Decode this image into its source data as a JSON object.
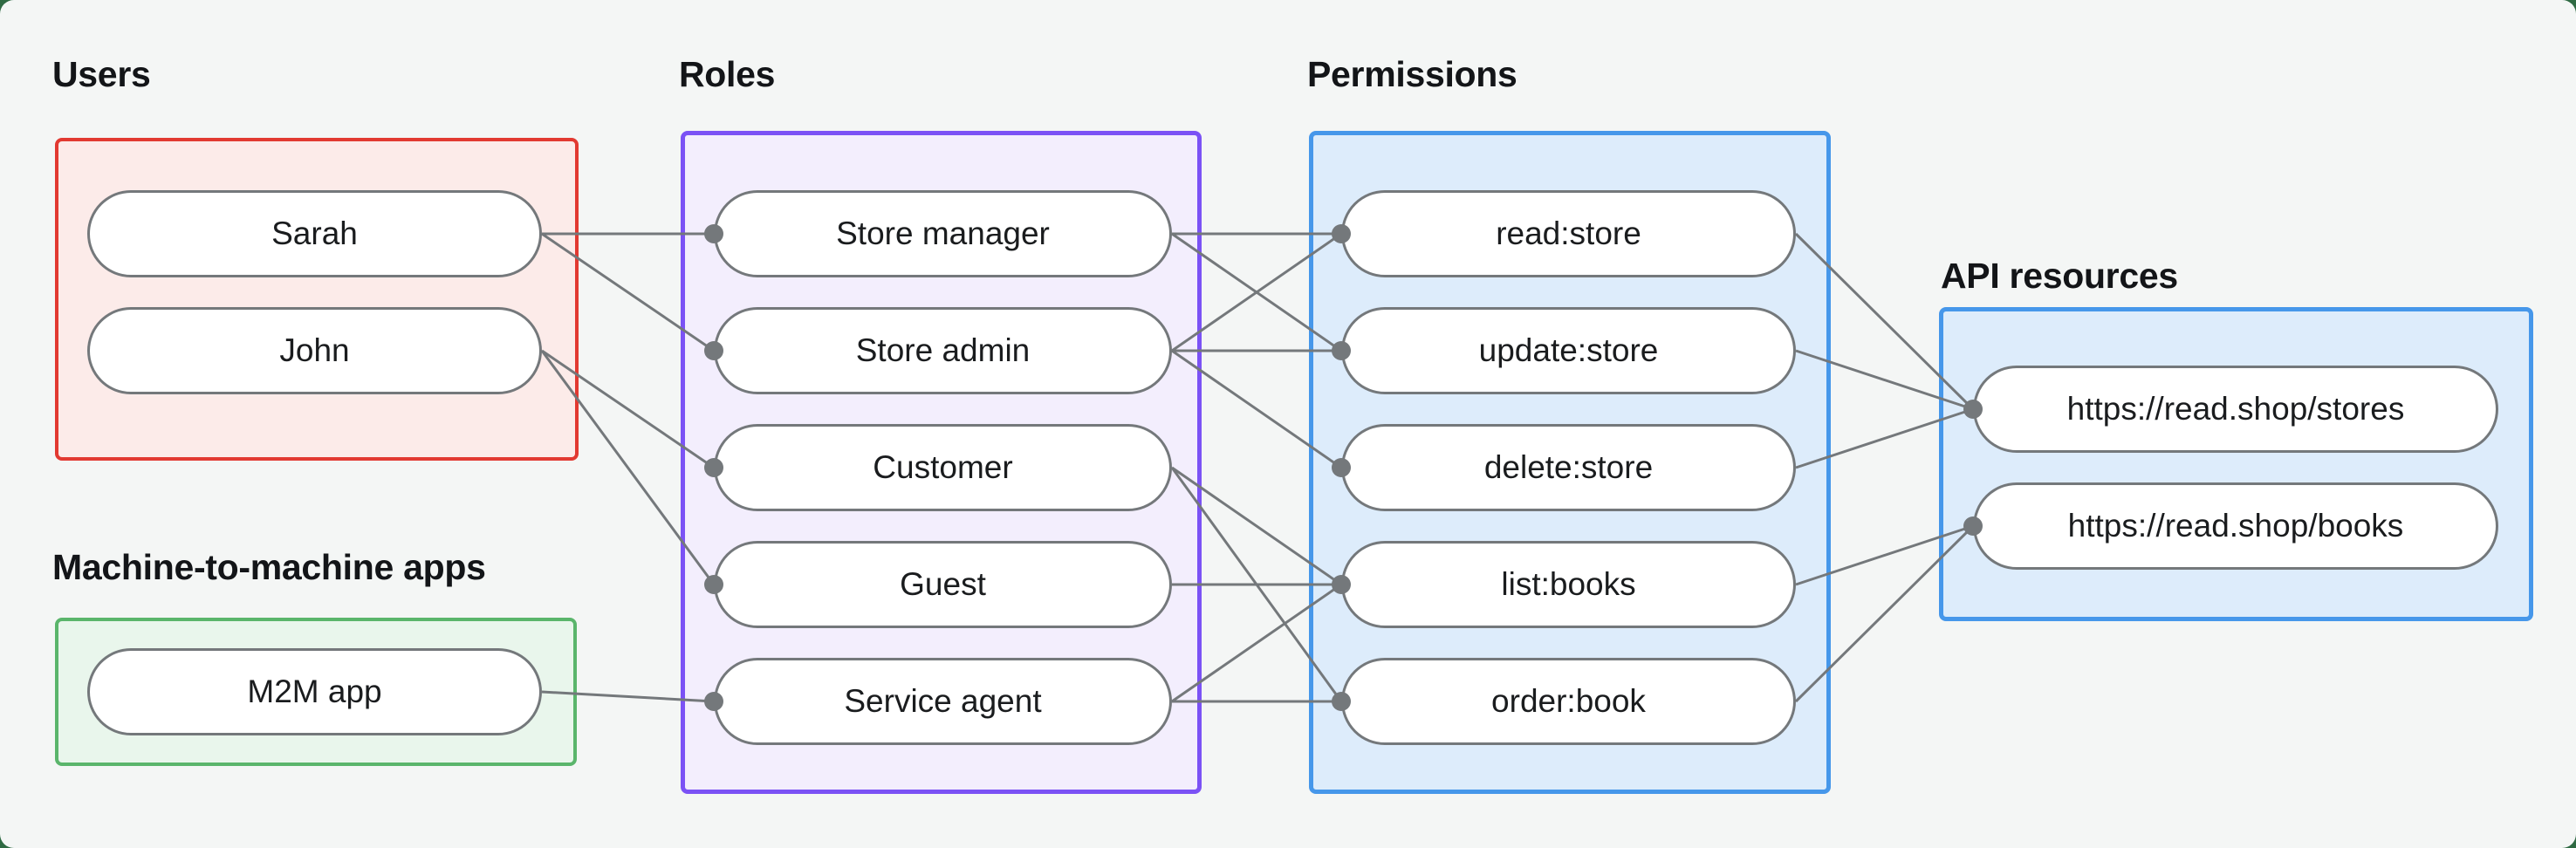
{
  "canvas": {
    "background": "#f4f6f5",
    "backdrop": "#2f6a43"
  },
  "stroke_color": "#74787b",
  "groups": [
    {
      "id": "users",
      "label": "Users",
      "border_color": "#e23931",
      "fill_color": "#fcebe9"
    },
    {
      "id": "m2m",
      "label": "Machine-to-machine apps",
      "border_color": "#5ab56b",
      "fill_color": "#e9f6ec"
    },
    {
      "id": "roles",
      "label": "Roles",
      "border_color": "#7b52f5",
      "fill_color": "#f3eefd"
    },
    {
      "id": "permissions",
      "label": "Permissions",
      "border_color": "#4697ea",
      "fill_color": "#ddecfb"
    },
    {
      "id": "api",
      "label": "API resources",
      "border_color": "#4697ea",
      "fill_color": "#ddecfb"
    }
  ],
  "nodes": [
    {
      "id": "sarah",
      "group": "users",
      "label": "Sarah"
    },
    {
      "id": "john",
      "group": "users",
      "label": "John"
    },
    {
      "id": "m2m-app",
      "group": "m2m",
      "label": "M2M app"
    },
    {
      "id": "store-manager",
      "group": "roles",
      "label": "Store manager"
    },
    {
      "id": "store-admin",
      "group": "roles",
      "label": "Store admin"
    },
    {
      "id": "customer",
      "group": "roles",
      "label": "Customer"
    },
    {
      "id": "guest",
      "group": "roles",
      "label": "Guest"
    },
    {
      "id": "service-agent",
      "group": "roles",
      "label": "Service agent"
    },
    {
      "id": "read-store",
      "group": "permissions",
      "label": "read:store"
    },
    {
      "id": "update-store",
      "group": "permissions",
      "label": "update:store"
    },
    {
      "id": "delete-store",
      "group": "permissions",
      "label": "delete:store"
    },
    {
      "id": "list-books",
      "group": "permissions",
      "label": "list:books"
    },
    {
      "id": "order-book",
      "group": "permissions",
      "label": "order:book"
    },
    {
      "id": "res-stores",
      "group": "api",
      "label": "https://read.shop/stores"
    },
    {
      "id": "res-books",
      "group": "api",
      "label": "https://read.shop/books"
    }
  ],
  "edges": [
    [
      "sarah",
      "store-manager"
    ],
    [
      "sarah",
      "store-admin"
    ],
    [
      "john",
      "customer"
    ],
    [
      "john",
      "guest"
    ],
    [
      "m2m-app",
      "service-agent"
    ],
    [
      "store-manager",
      "read-store"
    ],
    [
      "store-manager",
      "update-store"
    ],
    [
      "store-admin",
      "read-store"
    ],
    [
      "store-admin",
      "update-store"
    ],
    [
      "store-admin",
      "delete-store"
    ],
    [
      "customer",
      "list-books"
    ],
    [
      "customer",
      "order-book"
    ],
    [
      "guest",
      "list-books"
    ],
    [
      "service-agent",
      "list-books"
    ],
    [
      "service-agent",
      "order-book"
    ],
    [
      "read-store",
      "res-stores"
    ],
    [
      "update-store",
      "res-stores"
    ],
    [
      "delete-store",
      "res-stores"
    ],
    [
      "list-books",
      "res-books"
    ],
    [
      "order-book",
      "res-books"
    ]
  ]
}
